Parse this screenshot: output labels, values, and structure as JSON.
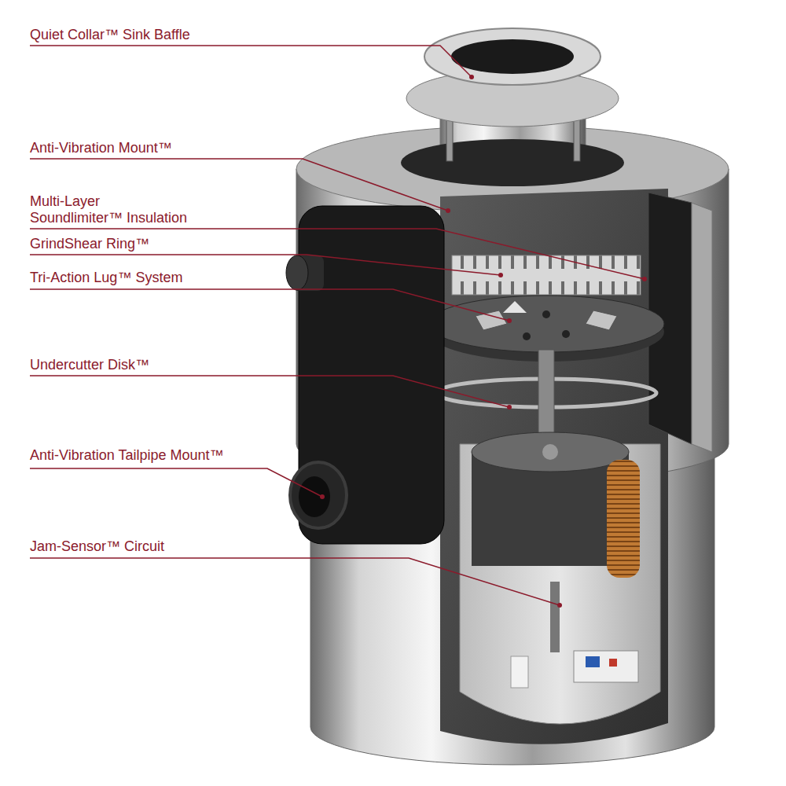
{
  "diagram": {
    "labels": [
      "Quiet Collar™ Sink Baffle",
      "Anti-Vibration Mount™",
      "Multi-Layer Soundlimiter™ Insulation",
      "GrindShear Ring™",
      "Tri-Action Lug™ System",
      "Undercutter Disk™",
      "Anti-Vibration Tailpipe Mount™",
      "Jam-Sensor™ Circuit"
    ]
  }
}
